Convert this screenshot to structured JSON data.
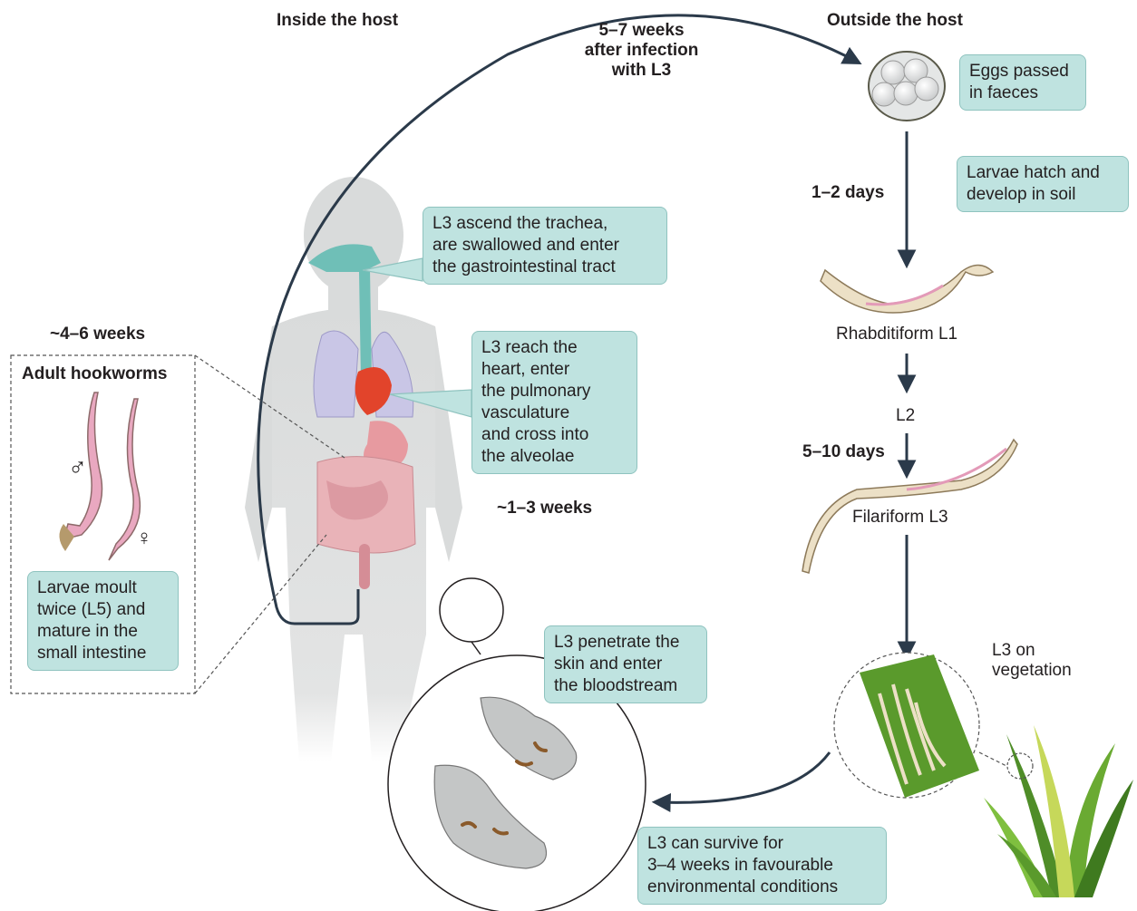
{
  "headers": {
    "inside": "Inside the host",
    "outside": "Outside the host"
  },
  "timings": {
    "after_infection": "5–7 weeks\nafter infection\nwith L3",
    "days_1_2": "1–2 days",
    "days_5_10": "5–10 days",
    "weeks_1_3": "~1–3 weeks",
    "weeks_4_6": "~4–6 weeks"
  },
  "stages": {
    "rhabditiform": "Rhabditiform L1",
    "l2": "L2",
    "filariform": "Filariform L3",
    "vegetation": "L3 on\nvegetation"
  },
  "adult_panel": {
    "title": "Adult hookworms",
    "male_symbol": "♂",
    "female_symbol": "♀"
  },
  "boxes": {
    "eggs": "Eggs passed\nin faeces",
    "hatch": "Larvae hatch and\ndevelop in soil",
    "trachea": "L3 ascend the trachea,\nare swallowed and enter\nthe gastrointestinal tract",
    "heart": "L3 reach the\nheart, enter\nthe pulmonary\nvasculature\nand cross into\nthe alveolae",
    "moult": "Larvae moult\ntwice (L5) and\nmature in the\nsmall intestine",
    "penetrate": "L3 penetrate the\nskin and enter\nthe bloodstream",
    "survive": "L3 can survive for\n3–4 weeks in favourable\nenvironmental conditions"
  },
  "colors": {
    "box_fill": "#bfe3e0",
    "box_border": "#8fc3bf",
    "body_silhouette": "#d9dbdb",
    "arrow": "#2b3a4a",
    "worm_pink": "#e9a8c0",
    "lungs": "#c9c6e6",
    "heart": "#e2442b",
    "stomach": "#e79aa0",
    "intestine": "#e9b3b8",
    "grass": "#5a9a2c",
    "trachea": "#6fbfb7"
  }
}
